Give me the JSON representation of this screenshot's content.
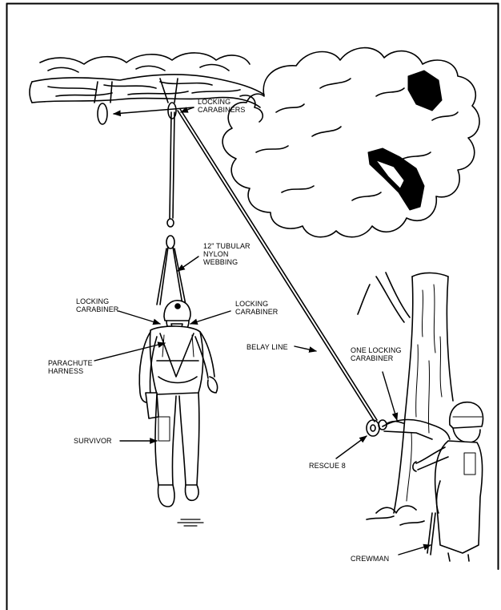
{
  "labels": {
    "locking_carabiners": [
      "LOCKING",
      "CARABINERS"
    ],
    "tubular_webbing": [
      "12\" TUBULAR",
      "NYLON",
      "WEBBING"
    ],
    "locking_carabiner_left": [
      "LOCKING",
      "CARABINER"
    ],
    "locking_carabiner_right": [
      "LOCKING",
      "CARABINER"
    ],
    "parachute_harness": [
      "PARACHUTE",
      "HARNESS"
    ],
    "belay_line": "BELAY LINE",
    "one_locking_carabiner": [
      "ONE LOCKING",
      "CARABINER"
    ],
    "survivor": "SURVIVOR",
    "rescue_8": "RESCUE 8",
    "crewman": "CREWMAN"
  }
}
